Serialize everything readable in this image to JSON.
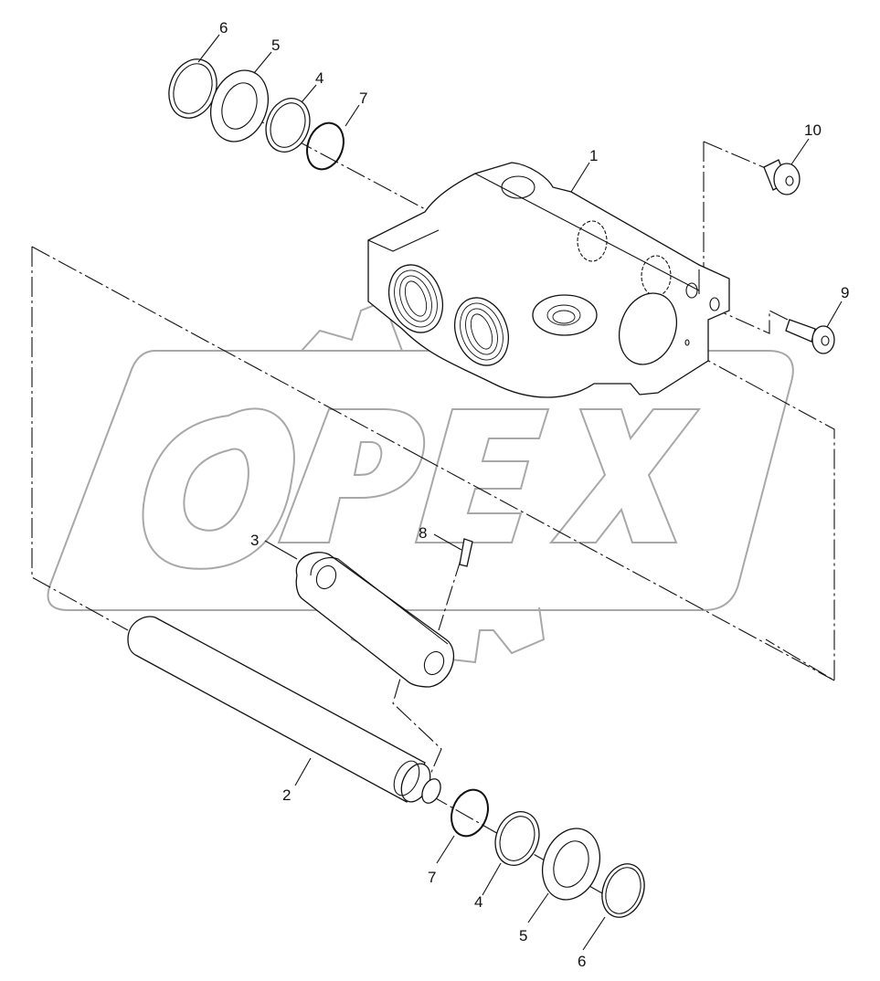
{
  "diagram": {
    "type": "exploded-parts-view",
    "subject": "Valve body assembly with shaft, lever, seals and retaining rings",
    "watermark": "OPEX",
    "colors": {
      "line": "#111111",
      "watermark": "#a8a8a8",
      "background": "#ffffff"
    },
    "callouts": [
      {
        "id": "c1",
        "number": "1",
        "part": "valve-body"
      },
      {
        "id": "c2",
        "number": "2",
        "part": "shaft"
      },
      {
        "id": "c3",
        "number": "3",
        "part": "lever"
      },
      {
        "id": "c4a",
        "number": "4",
        "part": "seal-ring-top"
      },
      {
        "id": "c4b",
        "number": "4",
        "part": "seal-ring-bottom"
      },
      {
        "id": "c5a",
        "number": "5",
        "part": "washer-top"
      },
      {
        "id": "c5b",
        "number": "5",
        "part": "washer-bottom"
      },
      {
        "id": "c6a",
        "number": "6",
        "part": "snap-ring-top"
      },
      {
        "id": "c6b",
        "number": "6",
        "part": "snap-ring-bottom"
      },
      {
        "id": "c7a",
        "number": "7",
        "part": "o-ring-top"
      },
      {
        "id": "c7b",
        "number": "7",
        "part": "o-ring-bottom"
      },
      {
        "id": "c8",
        "number": "8",
        "part": "pin"
      },
      {
        "id": "c9",
        "number": "9",
        "part": "cap-screw"
      },
      {
        "id": "c10",
        "number": "10",
        "part": "plug"
      }
    ]
  }
}
